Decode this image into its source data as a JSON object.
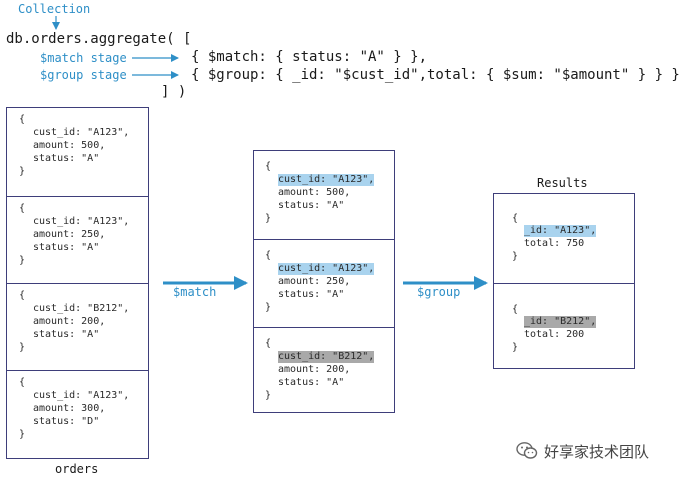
{
  "annotations": {
    "collection": "Collection",
    "match_stage": "$match stage",
    "group_stage": "$group stage"
  },
  "code": {
    "line1": "db.orders.aggregate( [",
    "line2": "{ $match: { status: \"A\" } },",
    "line3": "{ $group: { _id: \"$cust_id\",total: { $sum: \"$amount\" } } }",
    "line4": "] )"
  },
  "orders": {
    "label": "orders",
    "docs": [
      {
        "open": "{",
        "l1": "cust_id: \"A123\",",
        "l2": "amount: 500,",
        "l3": "status: \"A\"",
        "close": "}"
      },
      {
        "open": "{",
        "l1": "cust_id: \"A123\",",
        "l2": "amount: 250,",
        "l3": "status: \"A\"",
        "close": "}"
      },
      {
        "open": "{",
        "l1": "cust_id: \"B212\",",
        "l2": "amount: 200,",
        "l3": "status: \"A\"",
        "close": "}"
      },
      {
        "open": "{",
        "l1": "cust_id: \"A123\",",
        "l2": "amount: 300,",
        "l3": "status: \"D\"",
        "close": "}"
      }
    ]
  },
  "matched": {
    "docs": [
      {
        "open": "{",
        "l1": "cust_id: \"A123\",",
        "l2": "amount: 500,",
        "l3": "status: \"A\"",
        "close": "}"
      },
      {
        "open": "{",
        "l1": "cust_id: \"A123\",",
        "l2": "amount: 250,",
        "l3": "status: \"A\"",
        "close": "}"
      },
      {
        "open": "{",
        "l1": "cust_id: \"B212\",",
        "l2": "amount: 200,",
        "l3": "status: \"A\"",
        "close": "}"
      }
    ]
  },
  "stages": {
    "match": "$match",
    "group": "$group"
  },
  "results": {
    "label": "Results",
    "docs": [
      {
        "open": "{",
        "l1": "_id: \"A123\",",
        "l2": "total: 750",
        "close": "}"
      },
      {
        "open": "{",
        "l1": "_id: \"B212\",",
        "l2": "total: 200",
        "close": "}"
      }
    ]
  },
  "watermark": {
    "text": "好享家技术团队",
    "icon": "wechat-icon"
  },
  "colors": {
    "annotation": "#2e8fc7",
    "box_border": "#3e3e7a",
    "highlight_blue": "#a9d3ee",
    "highlight_gray": "#a9a9a9",
    "arrow": "#2e8fc7"
  }
}
